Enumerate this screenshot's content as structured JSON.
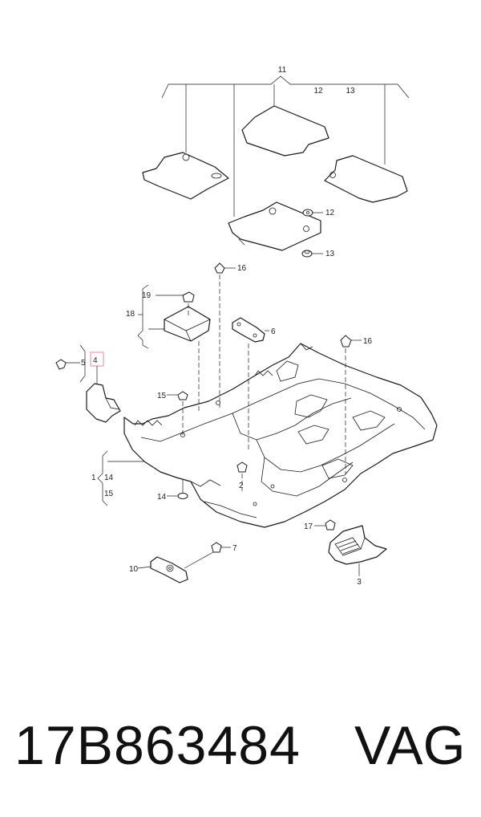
{
  "diagram": {
    "callouts": {
      "c1": "1",
      "c2": "2",
      "c3": "3",
      "c4": "4",
      "c5": "5",
      "c6": "6",
      "c7": "7",
      "c10": "10",
      "c11": "11",
      "c12_top": "12",
      "c13_top": "13",
      "c12": "12",
      "c13": "13",
      "c14": "14",
      "c14b": "14",
      "c15": "15",
      "c15b": "15",
      "c16a": "16",
      "c16b": "16",
      "c17": "17",
      "c18": "18",
      "c19": "19"
    },
    "highlight_color": "#e8a0a8"
  },
  "footer": {
    "part_number": "17B863484",
    "brand": "VAG"
  }
}
